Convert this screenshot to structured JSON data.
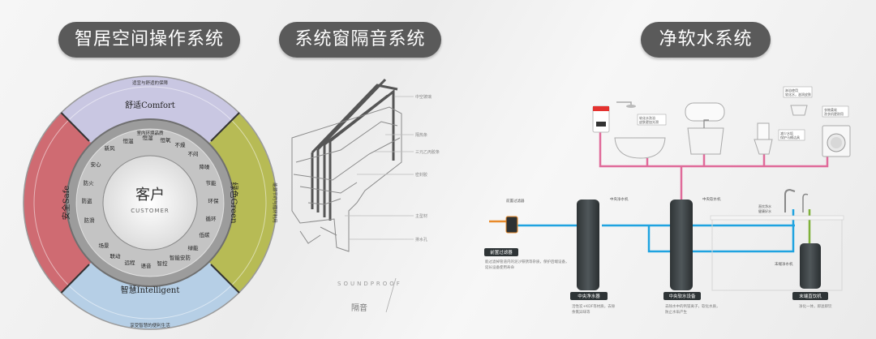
{
  "titles": {
    "smart_space": "智居空间操作系统",
    "window_system": "系统窗隔音系统",
    "water_system": "净软水系统"
  },
  "wheel": {
    "center_main": "客户",
    "center_sub": "CUSTOMER",
    "comfort": "舒适Comfort",
    "green": "绿色Green",
    "intelligent": "智慧Intelligent",
    "safe": "安全Safe",
    "outer_top": "适宜与舒适的保障",
    "outer_bottom": "享受智慧的便利生活",
    "outer_right": "能源节约与循环利用",
    "inner_top": "室内环境品质",
    "inner_items_top": [
      "新风",
      "恒温",
      "恒湿",
      "恒氧",
      "不燥",
      "不闷"
    ],
    "inner_items_right": [
      "降噪",
      "节能",
      "环保",
      "循环",
      "低碳",
      "绿能"
    ],
    "inner_items_bottom": [
      "智能安防",
      "智控",
      "语音",
      "远程",
      "联动",
      "场景"
    ],
    "inner_items_left": [
      "安心",
      "防火",
      "防盗",
      "防滑"
    ]
  },
  "window": {
    "callouts": [
      "中空玻璃",
      "隔热条",
      "三元乙丙胶条",
      "密封胶",
      "主型材",
      "排水孔"
    ],
    "caption_en": "SOUNDPROOF",
    "caption_cn": "隔音"
  },
  "water": {
    "pre_filter_label": "前置过滤器",
    "pre_filter_title": "前置过滤器",
    "pre_filter_desc": [
      "能过滤掉管道内的泥沙铁锈等杂质，保护后端设备，",
      "延长设备使用寿命"
    ],
    "central_purifier_label": "中央净水机",
    "central_purifier_title": "中央净水器",
    "central_purifier_desc": [
      "活性炭+KDF等材质，去除",
      "余氯异味等"
    ],
    "central_softener_label": "中央软水机",
    "central_softener_title": "中央软水设备",
    "central_softener_desc": [
      "去除水中的钙镁离子，软化水质，",
      "防止水垢产生"
    ],
    "terminal_label": "末端净水机",
    "terminal_title": "末端直饮机",
    "terminal_desc": [
      "净化一体，即滤即饮"
    ],
    "note_bath": [
      "软化水洗浴",
      "皮肤更加光滑"
    ],
    "note_shower": [
      "淋浴使用",
      "软化水，滋润皮肤"
    ],
    "note_toilet": [
      "减少水垢",
      "保护马桶洁具"
    ],
    "note_washer": [
      "衣物柔软",
      "洗衣机更耐用"
    ],
    "note_kitchen": [
      "直饮净水",
      "健康好水"
    ],
    "colors": {
      "blue": "#1fa3e0",
      "pink": "#e06b9a",
      "green": "#7fb13a",
      "orange": "#e88a2a"
    }
  }
}
